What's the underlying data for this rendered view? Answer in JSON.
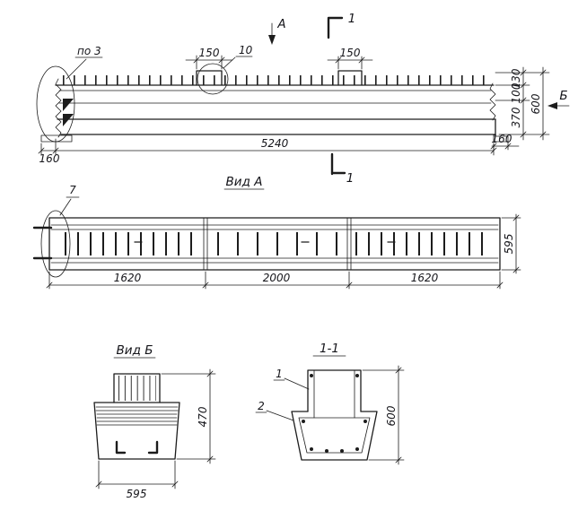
{
  "colors": {
    "ink": "#1c1c1c",
    "paper": "#ffffff"
  },
  "elevation": {
    "callout_po3": "по 3",
    "detail_label": "10",
    "dim_block1": "150",
    "dim_block2": "150",
    "view_mark_a": "А",
    "cut_mark_top": "1",
    "cut_mark_bottom": "1",
    "view_mark_b": "Б",
    "dim_length": "5240",
    "dim_left_bearing": "160",
    "dim_right_bearing": "160",
    "dim_h_130": "130",
    "dim_h_100": "100",
    "dim_h_370": "370",
    "dim_h_600": "600"
  },
  "view_a": {
    "title": "Вид А",
    "callout_7": "7",
    "dim_left": "1620",
    "dim_mid": "2000",
    "dim_right": "1620",
    "dim_depth": "595"
  },
  "view_b": {
    "title": "Вид Б",
    "dim_height": "470",
    "dim_width": "595"
  },
  "section_11": {
    "title": "1-1",
    "callout_1": "1",
    "callout_2": "2",
    "dim_height": "600"
  }
}
